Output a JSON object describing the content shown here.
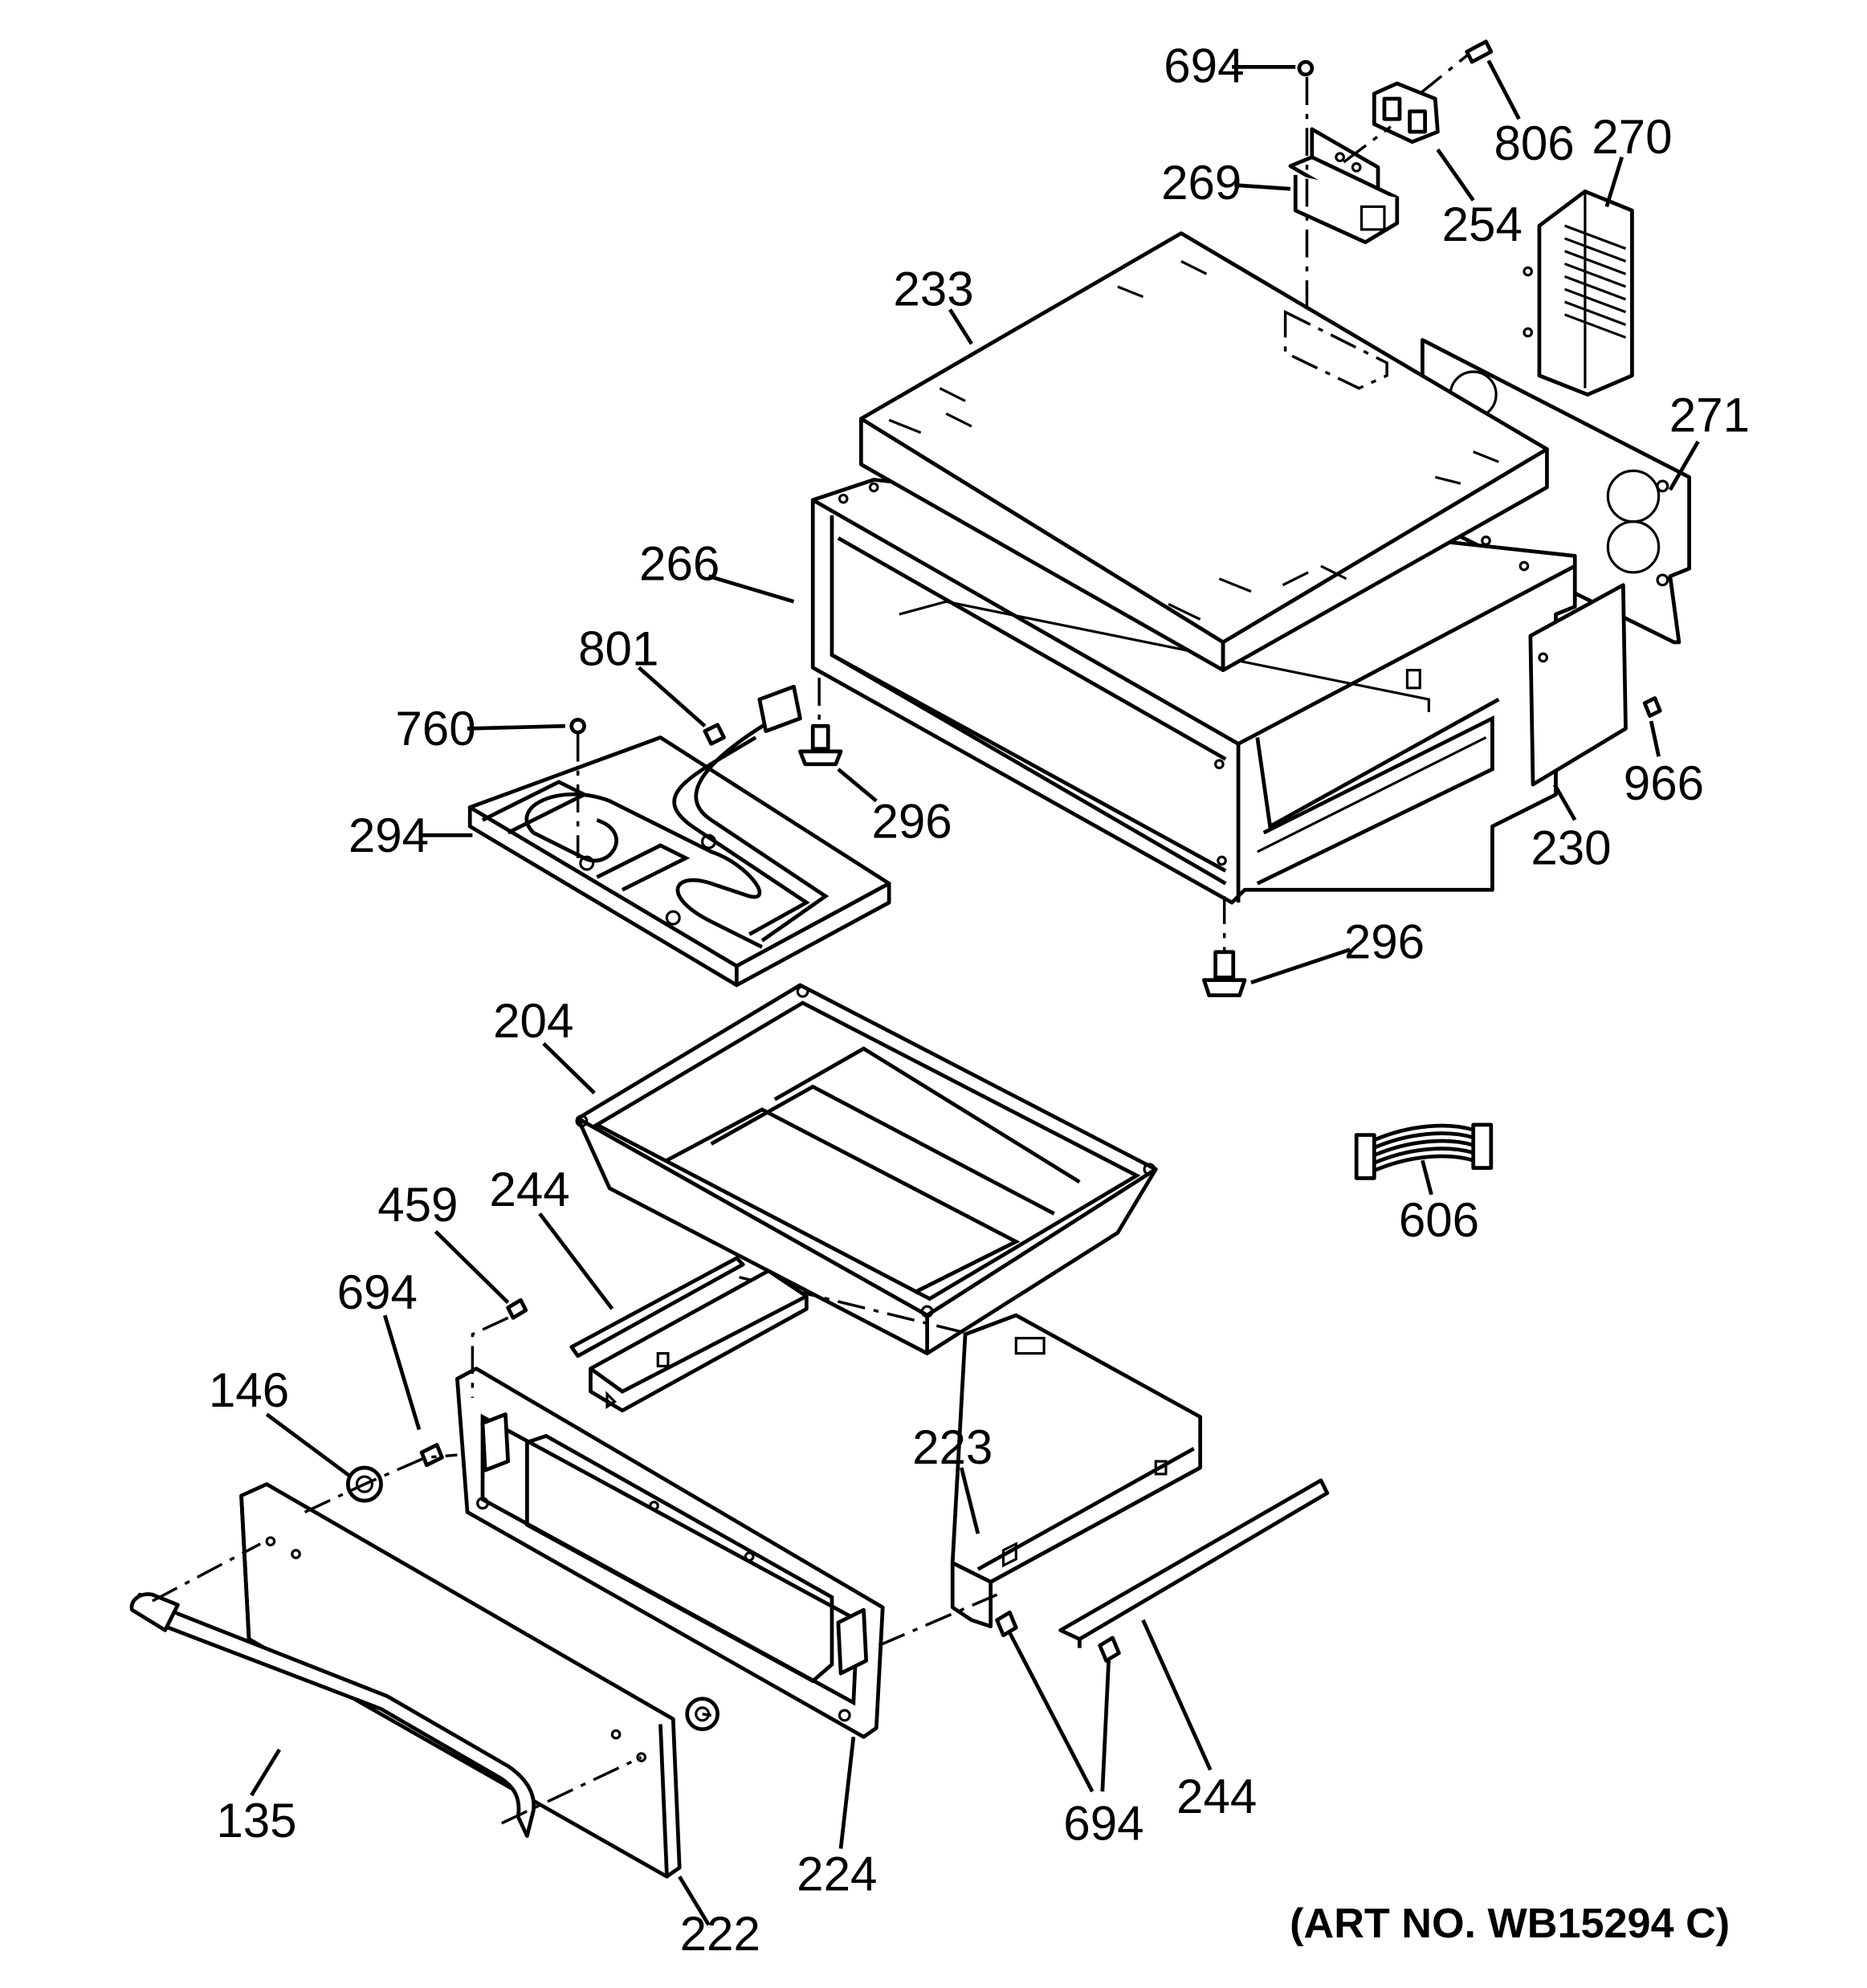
{
  "diagram": {
    "art_number": "(ART NO. WB15294 C)",
    "callouts": [
      {
        "id": "c694a",
        "label": "694"
      },
      {
        "id": "c806",
        "label": "806"
      },
      {
        "id": "c270",
        "label": "270"
      },
      {
        "id": "c269",
        "label": "269"
      },
      {
        "id": "c254",
        "label": "254"
      },
      {
        "id": "c233",
        "label": "233"
      },
      {
        "id": "c271",
        "label": "271"
      },
      {
        "id": "c266",
        "label": "266"
      },
      {
        "id": "c801",
        "label": "801"
      },
      {
        "id": "c760",
        "label": "760"
      },
      {
        "id": "c294",
        "label": "294"
      },
      {
        "id": "c296a",
        "label": "296"
      },
      {
        "id": "c966",
        "label": "966"
      },
      {
        "id": "c230",
        "label": "230"
      },
      {
        "id": "c296b",
        "label": "296"
      },
      {
        "id": "c204",
        "label": "204"
      },
      {
        "id": "c606",
        "label": "606"
      },
      {
        "id": "c459",
        "label": "459"
      },
      {
        "id": "c244a",
        "label": "244"
      },
      {
        "id": "c694b",
        "label": "694"
      },
      {
        "id": "c146",
        "label": "146"
      },
      {
        "id": "c223",
        "label": "223"
      },
      {
        "id": "c135",
        "label": "135"
      },
      {
        "id": "c224",
        "label": "224"
      },
      {
        "id": "c694c",
        "label": "694"
      },
      {
        "id": "c244b",
        "label": "244"
      },
      {
        "id": "c222",
        "label": "222"
      }
    ]
  }
}
